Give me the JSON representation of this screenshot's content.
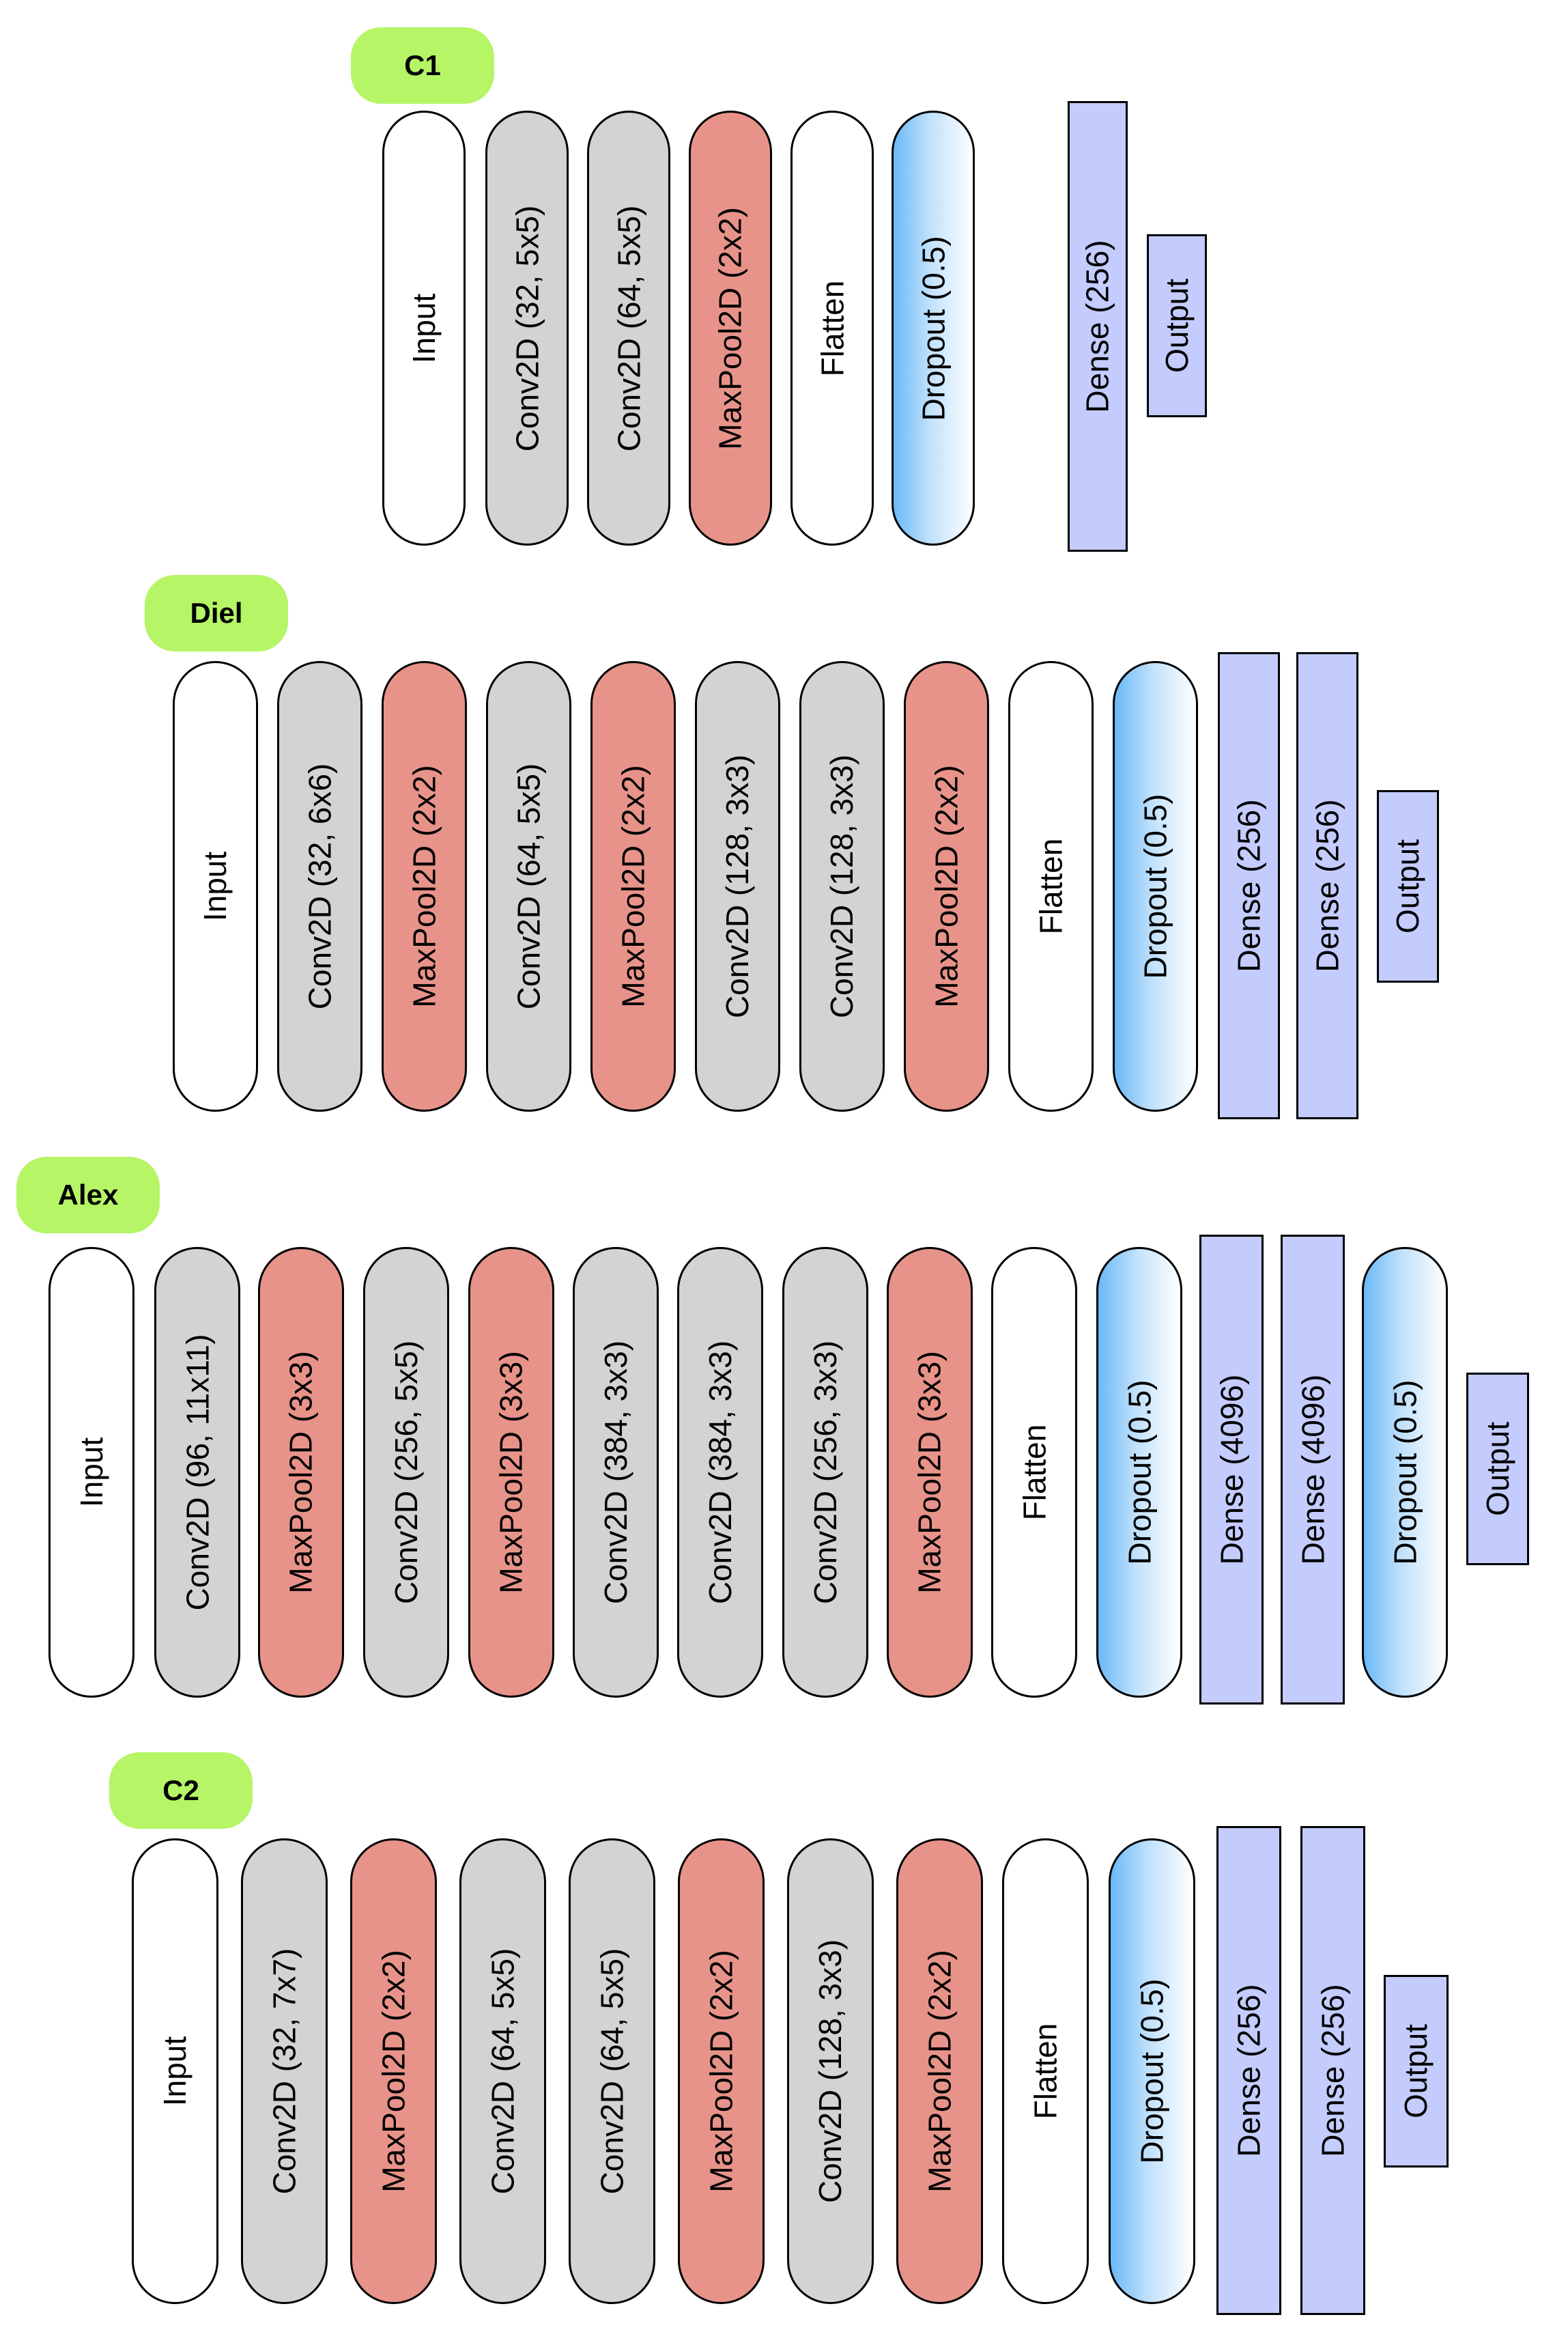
{
  "colors": {
    "badge": "#b5f566",
    "input": "#ffffff",
    "conv": "#d3d3d3",
    "pool": "#e8938a",
    "flatten": "#ffffff",
    "dropout": "#6ab9f8",
    "dense": "#c3ccfc",
    "output": "#c3ccfc"
  },
  "networks": [
    {
      "name": "C1",
      "layers": [
        {
          "label": "Input",
          "type": "input"
        },
        {
          "label": "Conv2D (32, 5x5)",
          "type": "conv"
        },
        {
          "label": "Conv2D (64, 5x5)",
          "type": "conv"
        },
        {
          "label": "MaxPool2D (2x2)",
          "type": "pool"
        },
        {
          "label": "Flatten",
          "type": "flatten"
        },
        {
          "label": "Dropout (0.5)",
          "type": "dropout"
        },
        {
          "label": "Dense (256)",
          "type": "dense"
        },
        {
          "label": "Output",
          "type": "output"
        }
      ]
    },
    {
      "name": "Diel",
      "layers": [
        {
          "label": "Input",
          "type": "input"
        },
        {
          "label": "Conv2D (32, 6x6)",
          "type": "conv"
        },
        {
          "label": "MaxPool2D (2x2)",
          "type": "pool"
        },
        {
          "label": "Conv2D (64, 5x5)",
          "type": "conv"
        },
        {
          "label": "MaxPool2D (2x2)",
          "type": "pool"
        },
        {
          "label": "Conv2D (128, 3x3)",
          "type": "conv"
        },
        {
          "label": "Conv2D (128, 3x3)",
          "type": "conv"
        },
        {
          "label": "MaxPool2D (2x2)",
          "type": "pool"
        },
        {
          "label": "Flatten",
          "type": "flatten"
        },
        {
          "label": "Dropout (0.5)",
          "type": "dropout"
        },
        {
          "label": "Dense (256)",
          "type": "dense"
        },
        {
          "label": "Dense (256)",
          "type": "dense"
        },
        {
          "label": "Output",
          "type": "output"
        }
      ]
    },
    {
      "name": "Alex",
      "layers": [
        {
          "label": "Input",
          "type": "input"
        },
        {
          "label": "Conv2D (96, 11x11)",
          "type": "conv"
        },
        {
          "label": "MaxPool2D (3x3)",
          "type": "pool"
        },
        {
          "label": "Conv2D (256, 5x5)",
          "type": "conv"
        },
        {
          "label": "MaxPool2D (3x3)",
          "type": "pool"
        },
        {
          "label": "Conv2D (384, 3x3)",
          "type": "conv"
        },
        {
          "label": "Conv2D (384, 3x3)",
          "type": "conv"
        },
        {
          "label": "Conv2D (256, 3x3)",
          "type": "conv"
        },
        {
          "label": "MaxPool2D (3x3)",
          "type": "pool"
        },
        {
          "label": "Flatten",
          "type": "flatten"
        },
        {
          "label": "Dropout (0.5)",
          "type": "dropout"
        },
        {
          "label": "Dense (4096)",
          "type": "dense"
        },
        {
          "label": "Dense (4096)",
          "type": "dense"
        },
        {
          "label": "Dropout (0.5)",
          "type": "dropout"
        },
        {
          "label": "Output",
          "type": "output"
        }
      ]
    },
    {
      "name": "C2",
      "layers": [
        {
          "label": "Input",
          "type": "input"
        },
        {
          "label": "Conv2D (32, 7x7)",
          "type": "conv"
        },
        {
          "label": "MaxPool2D (2x2)",
          "type": "pool"
        },
        {
          "label": "Conv2D (64, 5x5)",
          "type": "conv"
        },
        {
          "label": "Conv2D (64, 5x5)",
          "type": "conv"
        },
        {
          "label": "MaxPool2D (2x2)",
          "type": "pool"
        },
        {
          "label": "Conv2D (128, 3x3)",
          "type": "conv"
        },
        {
          "label": "MaxPool2D (2x2)",
          "type": "pool"
        },
        {
          "label": "Flatten",
          "type": "flatten"
        },
        {
          "label": "Dropout (0.5)",
          "type": "dropout"
        },
        {
          "label": "Dense (256)",
          "type": "dense"
        },
        {
          "label": "Dense (256)",
          "type": "dense"
        },
        {
          "label": "Output",
          "type": "output"
        }
      ]
    }
  ]
}
